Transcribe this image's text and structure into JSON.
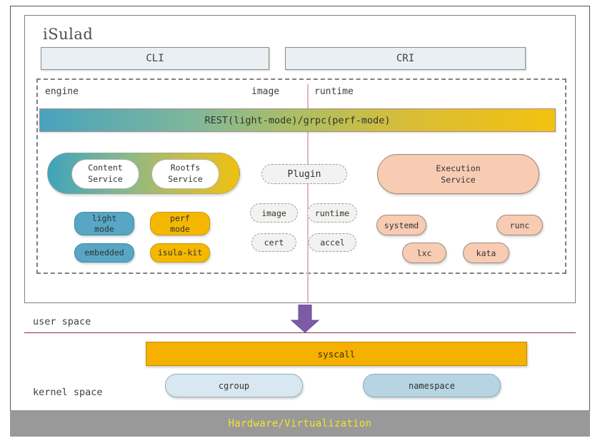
{
  "diagram": {
    "title": "iSulad",
    "hardware_bar": "Hardware/Virtualization",
    "space_labels": {
      "user": "user space",
      "kernel": "kernel space"
    }
  },
  "interfaces": {
    "cli": "CLI",
    "cri": "CRI"
  },
  "columns": {
    "engine": "engine",
    "image": "image",
    "runtime": "runtime"
  },
  "rest_bar": {
    "label": "REST(light-mode)/grpc(perf-mode)"
  },
  "services": {
    "content": "Content\nService",
    "content_line1": "Content",
    "content_line2": "Service",
    "rootfs_line1": "Rootfs",
    "rootfs_line2": "Service"
  },
  "engine_modes": [
    {
      "line1": "light",
      "line2": "mode",
      "color": "#57a7c4"
    },
    {
      "line1": "perf",
      "line2": "mode",
      "color": "#f5b800"
    },
    {
      "line1": "embedded",
      "line2": "",
      "color": "#57a7c4"
    },
    {
      "line1": "isula-kit",
      "line2": "",
      "color": "#f5b800"
    }
  ],
  "plugins": {
    "header": "Plugin",
    "items": [
      "image",
      "runtime",
      "cert",
      "accel"
    ]
  },
  "execution": {
    "title_line1": "Execution",
    "title_line2": "Service",
    "runtimes": [
      "systemd",
      "runc",
      "lxc",
      "kata"
    ]
  },
  "kernel": {
    "syscall": "syscall",
    "cgroup": "cgroup",
    "namespace": "namespace"
  },
  "colors": {
    "gradient_start": "#47a3bd",
    "gradient_end": "#f2c20f",
    "blue_pill": "#57a7c4",
    "gold_pill": "#f5b800",
    "salmon": "#f8cbb3",
    "arrow_purple": "#7d5ba6",
    "divider_red": "#8c2f39",
    "hardware_gray": "#999999",
    "hardware_text": "#f2e527",
    "pink_divider": "#e8b4bf"
  }
}
